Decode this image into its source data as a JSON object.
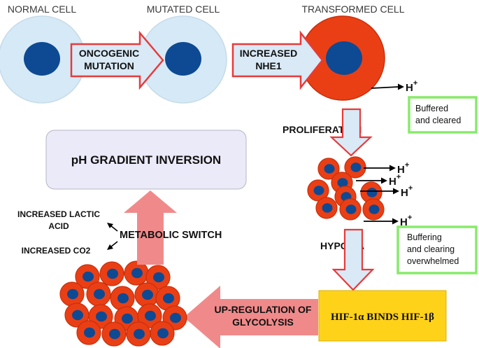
{
  "colors": {
    "light_cell": "#d6e9f6",
    "light_cell_border": "#c6dbe9",
    "nucleus": "#0d4a93",
    "tumor_cell": "#ea3f15",
    "tumor_border": "#c82f0c",
    "outline_arrow_stroke": "#e63b3b",
    "outline_arrow_fill": "#d9e9f6",
    "pink_arrow": "#f08a8a",
    "green_box": "#88ea6a",
    "hif_box": "#ffd21a",
    "ph_box": "#ebeaf8"
  },
  "top_labels": {
    "normal_cell": "NORMAL CELL",
    "mutated_cell": "MUTATED CELL",
    "transformed_cell": "TRANSFORMED CELL"
  },
  "arrows": {
    "oncogenic_line1": "ONCOGENIC",
    "oncogenic_line2": "MUTATION",
    "nhe1_line1": "INCREASED",
    "nhe1_line2": "NHE1",
    "proliferation": "PROLIFERATION",
    "hypoxia": "HYPOXIA",
    "glycolysis_line1": "UP-REGULATION OF",
    "glycolysis_line2": "GLYCOLYSIS",
    "metabolic_switch": "METABOLIC SWITCH"
  },
  "proton": {
    "symbol": "H",
    "charge": "+"
  },
  "boxes": {
    "buffered_line1": "Buffered",
    "buffered_line2": "and cleared",
    "overwhelmed_line1": "Buffering",
    "overwhelmed_line2": "and clearing",
    "overwhelmed_line3": "overwhelmed",
    "hif": "HIF-1α  BINDS HIF-1β",
    "ph_gradient": "pH GRADIENT INVERSION"
  },
  "side_labels": {
    "lactic_line1": "INCREASED LACTIC",
    "lactic_line2": "ACID",
    "co2": "INCREASED CO2"
  }
}
